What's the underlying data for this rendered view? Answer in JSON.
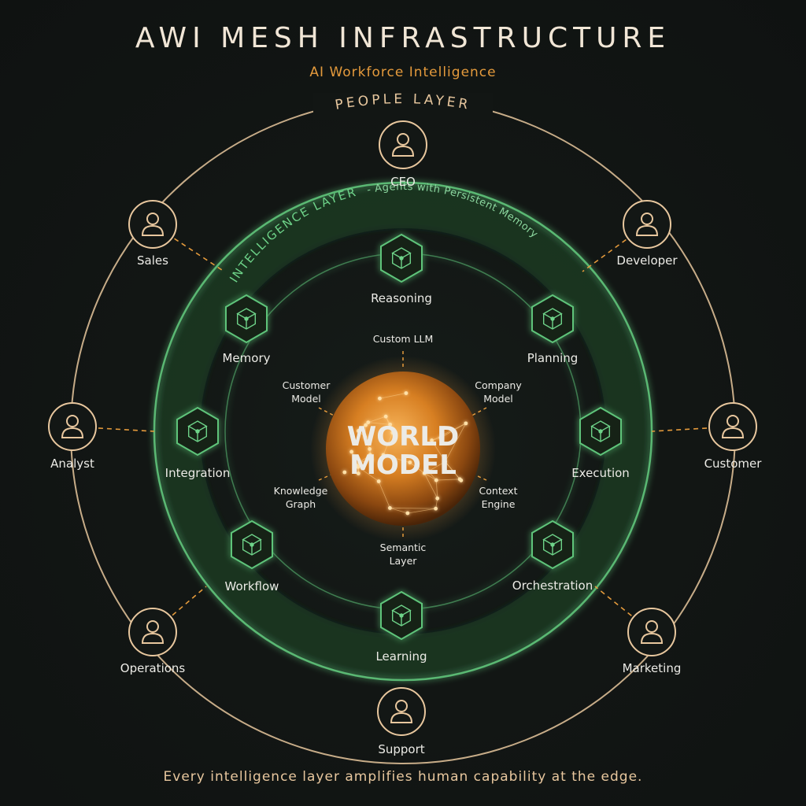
{
  "title": "AWI MESH INFRASTRUCTURE",
  "subtitle": "AI Workforce Intelligence",
  "footer": "Every intelligence layer amplifies human capability at the edge.",
  "people_layer": {
    "label": "PEOPLE LAYER",
    "nodes": [
      "CEO",
      "Developer",
      "Customer",
      "Marketing",
      "Support",
      "Operations",
      "Analyst",
      "Sales"
    ]
  },
  "intelligence_layer": {
    "label_main": "INTELLIGENCE LAYER",
    "label_sub": "- Agents with Persistent Memory",
    "agents": [
      "Reasoning",
      "Planning",
      "Execution",
      "Orchestration",
      "Learning",
      "Workflow",
      "Integration",
      "Memory"
    ]
  },
  "world_model": {
    "line1": "WORLD",
    "line2": "MODEL",
    "inputs": [
      {
        "line1": "Custom LLM",
        "line2": ""
      },
      {
        "line1": "Company",
        "line2": "Model"
      },
      {
        "line1": "Context",
        "line2": "Engine"
      },
      {
        "line1": "Semantic",
        "line2": "Layer"
      },
      {
        "line1": "Knowledge",
        "line2": "Graph"
      },
      {
        "line1": "Customer",
        "line2": "Model"
      }
    ]
  },
  "colors": {
    "background": "#111413",
    "people_ring": "#e8c79e",
    "intelligence_green": "#5fc47a",
    "world_orange": "#f0a040",
    "connector_dash": "#e49a3c"
  },
  "icons": {
    "person": "person-icon",
    "agent": "hexagon-cube-icon"
  }
}
